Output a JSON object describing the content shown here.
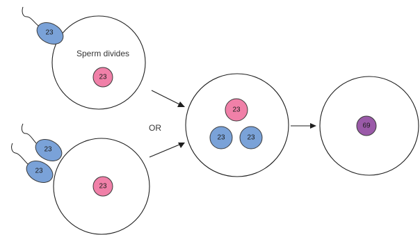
{
  "labels": {
    "sperm_divides": "Sperm divides",
    "or": "OR"
  },
  "numbers": {
    "sperm_a": "23",
    "egg_a_nucleus": "23",
    "sperm_b1": "23",
    "sperm_b2": "23",
    "egg_b_nucleus": "23",
    "zygote_pink": "23",
    "zygote_blue_left": "23",
    "zygote_blue_right": "23",
    "final_nucleus": "69"
  },
  "colors": {
    "maternal_nucleus": "#f080a8",
    "paternal_sperm": "#7aa2d8",
    "triploid_nucleus": "#9a5aa8"
  }
}
